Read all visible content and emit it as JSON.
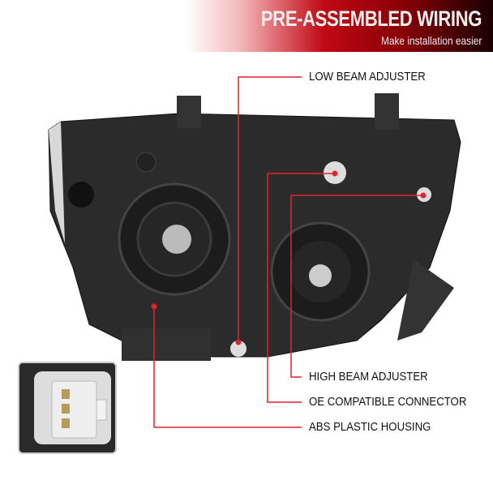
{
  "banner": {
    "title": "PRE-ASSEMBLED WIRING",
    "subtitle": "Make installation easier"
  },
  "callouts": [
    {
      "label": "LOW BEAM ADJUSTER"
    },
    {
      "label": "HIGH BEAM ADJUSTER"
    },
    {
      "label": "OE COMPATIBLE CONNECTOR"
    },
    {
      "label": "ABS PLASTIC HOUSING"
    }
  ],
  "colors": {
    "accent": "#e0242c",
    "housing": "#2b2b2b"
  }
}
